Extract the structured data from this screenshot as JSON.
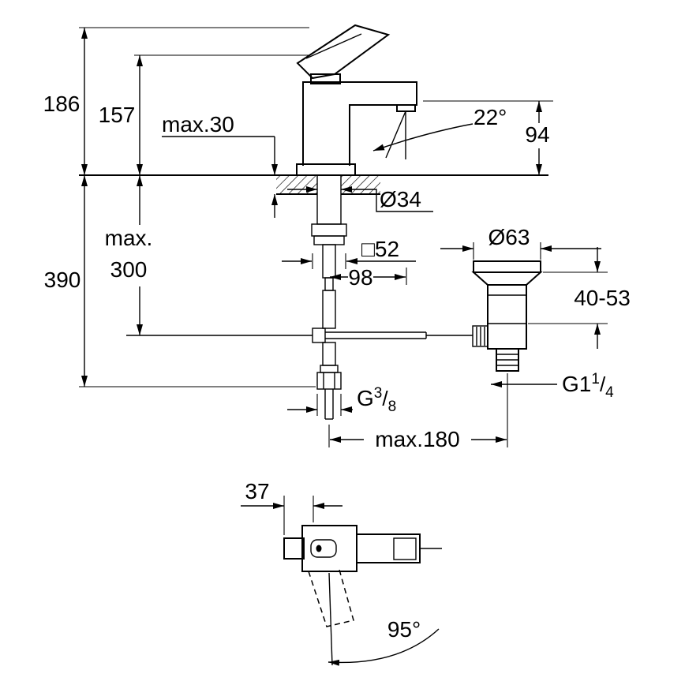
{
  "colors": {
    "line": "#000000",
    "background": "#ffffff"
  },
  "front_view": {
    "total_height": "186",
    "handle_height": "157",
    "deck_max_thickness": "max.30",
    "aerator_angle": "22°",
    "spout_outlet_height": "94",
    "shank_diameter": "Ø34",
    "rod_max_word": "max.",
    "rod_max_value": "300",
    "install_depth": "390",
    "base_square": "□52",
    "spout_projection": "98",
    "waste_flange_diameter": "Ø63",
    "basin_clamp_range": "40-53",
    "waste_thread": {
      "base": "G1",
      "sup": "1",
      "slash": "/",
      "sub": "4"
    },
    "supply_thread": {
      "base": "G",
      "sup": "3",
      "slash": "/",
      "sub": "8"
    },
    "waste_center_distance": "max.180"
  },
  "top_view": {
    "lever_offset": "37",
    "swivel_angle": "95°"
  }
}
